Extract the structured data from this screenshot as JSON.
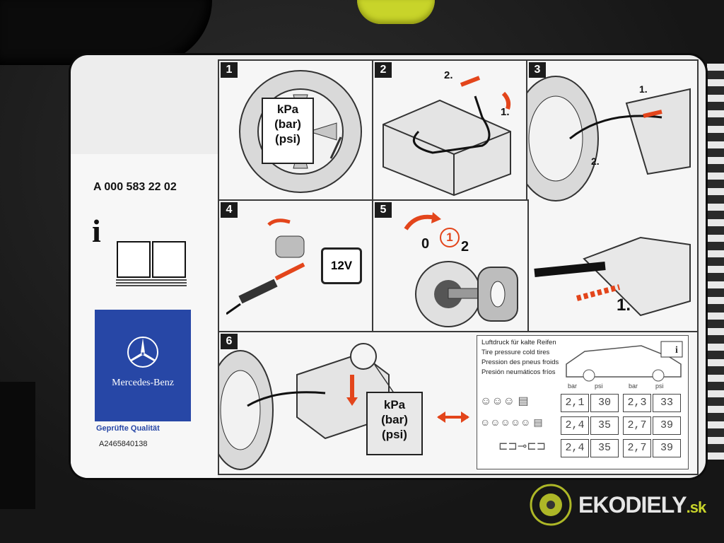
{
  "sticker": {
    "part_number": "A 000 583 22 02",
    "info_symbol": "i",
    "brand": "Mercedes-Benz",
    "quality_label": "Geprüfte Qualität",
    "quality_code": "A2465840138"
  },
  "panels": {
    "p1": {
      "number": "1",
      "unit_lines": [
        "kPa",
        "(bar)",
        "(psi)"
      ]
    },
    "p2": {
      "number": "2",
      "step_2": "2.",
      "step_1": "1."
    },
    "p3": {
      "number": "3",
      "step_1a": "1.",
      "step_2": "2.",
      "step_1b": "1."
    },
    "p4": {
      "number": "4",
      "voltage": "12V"
    },
    "p5": {
      "number": "5",
      "positions": [
        "0",
        "1",
        "2"
      ]
    },
    "p6": {
      "number": "6",
      "unit_lines": [
        "kPa",
        "(bar)",
        "(psi)"
      ]
    }
  },
  "pressure_table": {
    "headings": [
      "Luftdruck für kalte Reifen",
      "Tire pressure cold tires",
      "Pression des pneus froids",
      "Presión neumáticos fríos"
    ],
    "columns": [
      "bar",
      "psi",
      "bar",
      "psi"
    ],
    "rows": [
      [
        "2,1",
        "30",
        "2,3",
        "33"
      ],
      [
        "2,4",
        "35",
        "2,7",
        "39"
      ],
      [
        "2,4",
        "35",
        "2,7",
        "39"
      ]
    ]
  },
  "watermark": {
    "name": "EKODIELY",
    "tld": ".sk"
  },
  "colors": {
    "sticker": "#ededed",
    "accent_red": "#e3451b",
    "brand_blue": "#2747a6",
    "case": "#1b1b1b",
    "knob": "#c8d42a"
  }
}
